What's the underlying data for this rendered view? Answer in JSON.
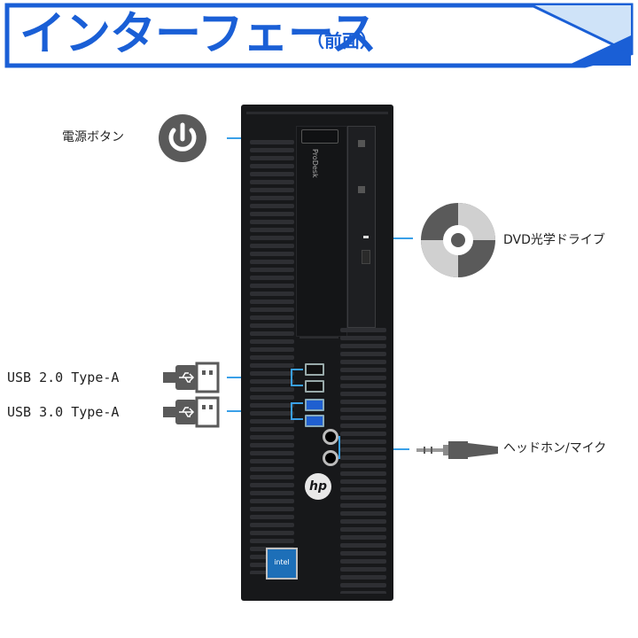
{
  "header": {
    "title": "インターフェース",
    "subtitle": "（前面）",
    "color": "#1a5fd6"
  },
  "labels": {
    "power_button": "電源ボタン",
    "dvd_drive": "DVD光学ドライブ",
    "usb2": "USB 2.0 Type-A",
    "usb3": "USB 3.0 Type-A",
    "headphone_mic": "ヘッドホン/マイク"
  },
  "pc": {
    "model_text": "ProDesk",
    "brand": "hp",
    "badge": "intel"
  },
  "colors": {
    "connector_line": "#3aa0e8",
    "usb2_port": "#111111",
    "usb3_port": "#1f5fd0",
    "icon_gray": "#5a5a5a"
  },
  "icons": [
    "power-icon",
    "disc-icon",
    "usb-plug-icon",
    "audio-plug-icon"
  ]
}
